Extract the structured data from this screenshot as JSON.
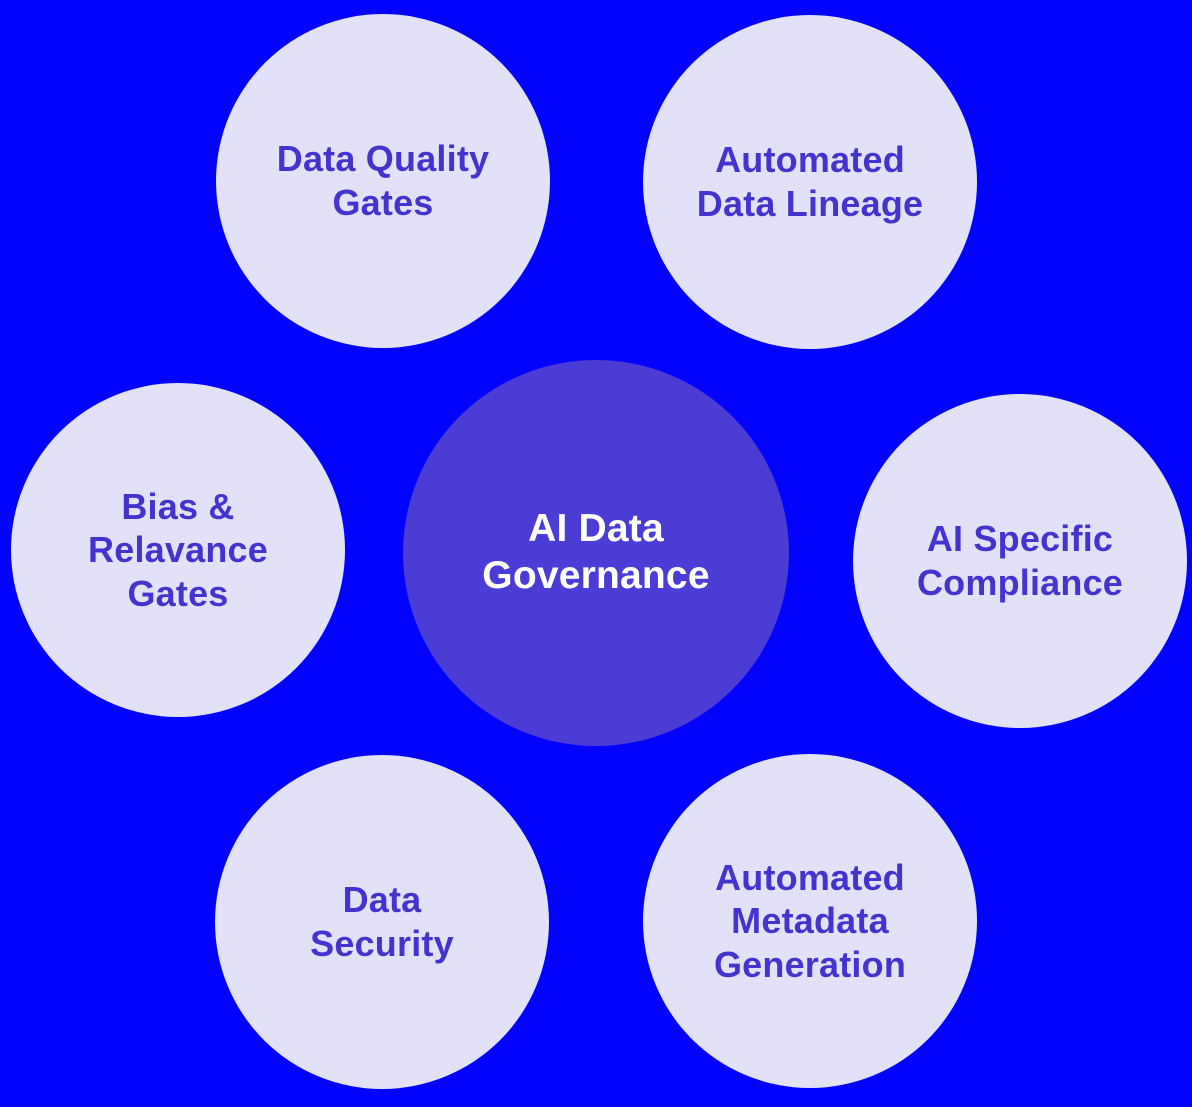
{
  "diagram": {
    "background_color": "#0202ff",
    "node_fill": "#e2e1f8",
    "node_text_color": "#4533cf",
    "center_fill": "#4a3cd5",
    "center_text_color": "#ffffff",
    "center": {
      "id": "ai-data-governance",
      "label": "AI Data\nGovernance"
    },
    "nodes": [
      {
        "id": "data-quality-gates",
        "label": "Data Quality\nGates"
      },
      {
        "id": "automated-data-lineage",
        "label": "Automated\nData Lineage"
      },
      {
        "id": "bias-relavance-gates",
        "label": "Bias &\nRelavance\nGates"
      },
      {
        "id": "ai-specific-compliance",
        "label": "AI Specific\nCompliance"
      },
      {
        "id": "data-security",
        "label": "Data\nSecurity"
      },
      {
        "id": "automated-metadata-generation",
        "label": "Automated\nMetadata\nGeneration"
      }
    ]
  }
}
